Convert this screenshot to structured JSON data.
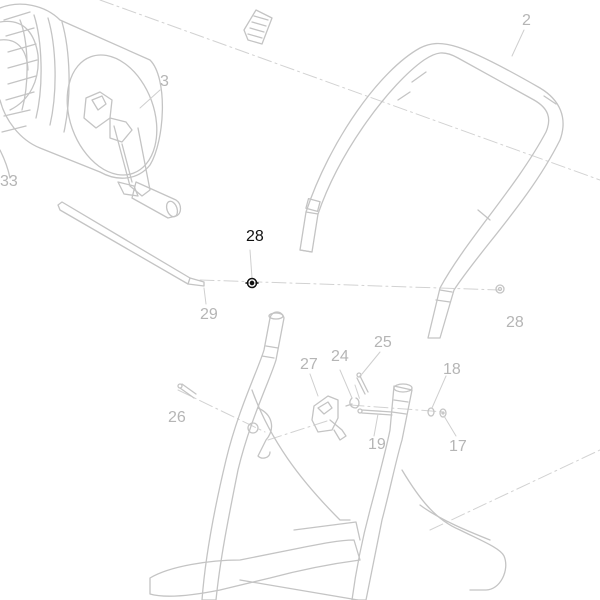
{
  "diagram": {
    "highlighted_part": "28",
    "callouts": [
      {
        "id": "c-2",
        "label": "2",
        "highlight": false
      },
      {
        "id": "c-3",
        "label": "3",
        "highlight": false
      },
      {
        "id": "c-33",
        "label": "33",
        "highlight": false
      },
      {
        "id": "c-28a",
        "label": "28",
        "highlight": true
      },
      {
        "id": "c-29",
        "label": "29",
        "highlight": false
      },
      {
        "id": "c-28b",
        "label": "28",
        "highlight": false
      },
      {
        "id": "c-27",
        "label": "27",
        "highlight": false
      },
      {
        "id": "c-24",
        "label": "24",
        "highlight": false
      },
      {
        "id": "c-25",
        "label": "25",
        "highlight": false
      },
      {
        "id": "c-18",
        "label": "18",
        "highlight": false
      },
      {
        "id": "c-26",
        "label": "26",
        "highlight": false
      },
      {
        "id": "c-19",
        "label": "19",
        "highlight": false
      },
      {
        "id": "c-17",
        "label": "17",
        "highlight": false
      }
    ],
    "colors": {
      "part_stroke": "#c4c4c4",
      "leader_stroke": "#cfcfcf",
      "highlight": "#111111",
      "callout_text": "#b5b5b5",
      "background": "#ffffff"
    }
  }
}
